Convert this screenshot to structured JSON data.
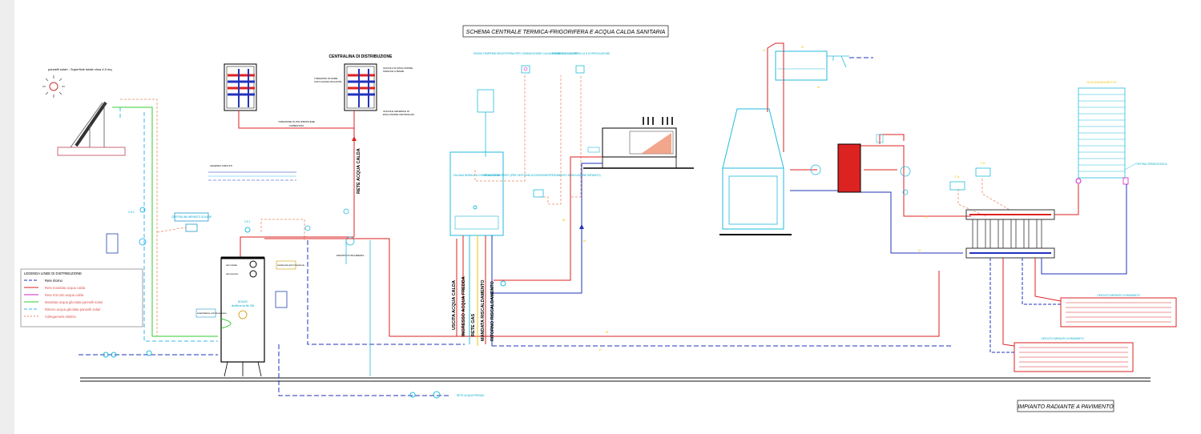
{
  "titles": {
    "main": "SCHEMA CENTRALE TERMICA-FRIGORIFERA E ACQUA CALDA SANITARIA",
    "floor": "IMPIANTO RADIANTE A PAVIMENTO"
  },
  "solar": {
    "caption": "pannelli solari - Superficie totale circa 4.0 mq"
  },
  "distribution": {
    "title": "CENTRALINA DI DISTRIBUZIONE",
    "left_note_1": "TUBAZIONI IN RAME",
    "left_note_2": "CON GUAINA ISOLANTE",
    "right_note_1": "VALVOLA DI ESCLUSIONE",
    "right_note_2": "SINGOLE UTENZE",
    "right_note_3": "VALVOLE GENERALI DI",
    "right_note_4": "ESCLUSIONE CENTRALINA",
    "pipe_note_1": "TUBAZIONE IN POLIPROPILENE",
    "pipe_note_2": "COIBENTATA"
  },
  "network": {
    "rete_acqua_calda": "RETE ACQUA CALDA",
    "rete_acqua_fredda": "RETE ACQUA FREDDA"
  },
  "legend_small": {
    "title": "LEGENDA CIRCUITI"
  },
  "legend": {
    "title": "LEGENDA LINEE DI DISTRIBUZIONE",
    "items": [
      {
        "label": "Rete ritorno",
        "color": "#2233bb"
      },
      {
        "label": "Rete mandata acqua calda",
        "color": "#dd2222"
      },
      {
        "label": "Rete ricircolo acqua calda",
        "color": "#cc22cc"
      },
      {
        "label": "Mandata acqua glicolata pannelli solari",
        "color": "#33cc33"
      },
      {
        "label": "Ritorno acqua glicolata pannelli solari",
        "color": "#33bbee"
      },
      {
        "label": "Collegamenti elettrici",
        "color": "#ee8866"
      }
    ]
  },
  "labels": {
    "vs1": "V.S.1",
    "vs2": "V.S.2",
    "centralina_solare": "CENTRALINA IMPIANTO SOLARE",
    "boiler": "BOILER",
    "boiler_cap": "ribollitore da litri 300",
    "termostato": "termostato",
    "termometro": "termometro",
    "resistenza": "resistenza ad immersione",
    "scambiatore": "scambiatore ad immersione",
    "gruppo": "GRUPPO DI SICUREZZA",
    "caldaia": "CALDAIA MURALE A CONDENSAZIONE",
    "sonda": "SONDA TEMPERATURA ESTERNA PER COMMUTAZIONE CALDAIA-POMPA DI CALORE",
    "pannello": "PANNELLO DI CONTROLLO E DI REGOLAZIONE",
    "cronotermostato": "CRONOTERMOSTATO (PER GESTIONE ACCENSIONE/SPEGNIMENTO MODULAZIONE IMPIANTO)",
    "uscita": "USCITA ACQUA CALDA",
    "ingresso": "INGRESSO ACQUA FREDDA",
    "rete_gas": "RETE GAS",
    "mandata": "MANDATA RISCALDAMENTO",
    "ritorno": "RITORNO RISCALDAMENTO",
    "scaldasalviette": "SCALDASALVIETTE",
    "testina": "TESTINA TERMOSTATICA",
    "ta1": "T.A.",
    "ta2": "T.A.",
    "circuito1": "CIRCUITO IMPIANTO A PAVIMENTO",
    "circuito2": "CIRCUITO IMPIANTO A PAVIMENTO"
  },
  "colors": {
    "red": "#dd2222",
    "blue": "#2233bb",
    "cyan": "#22bbdd",
    "green": "#33cc33",
    "orange": "#ee8866",
    "yellow": "#e8c800",
    "magenta": "#cc22cc"
  }
}
